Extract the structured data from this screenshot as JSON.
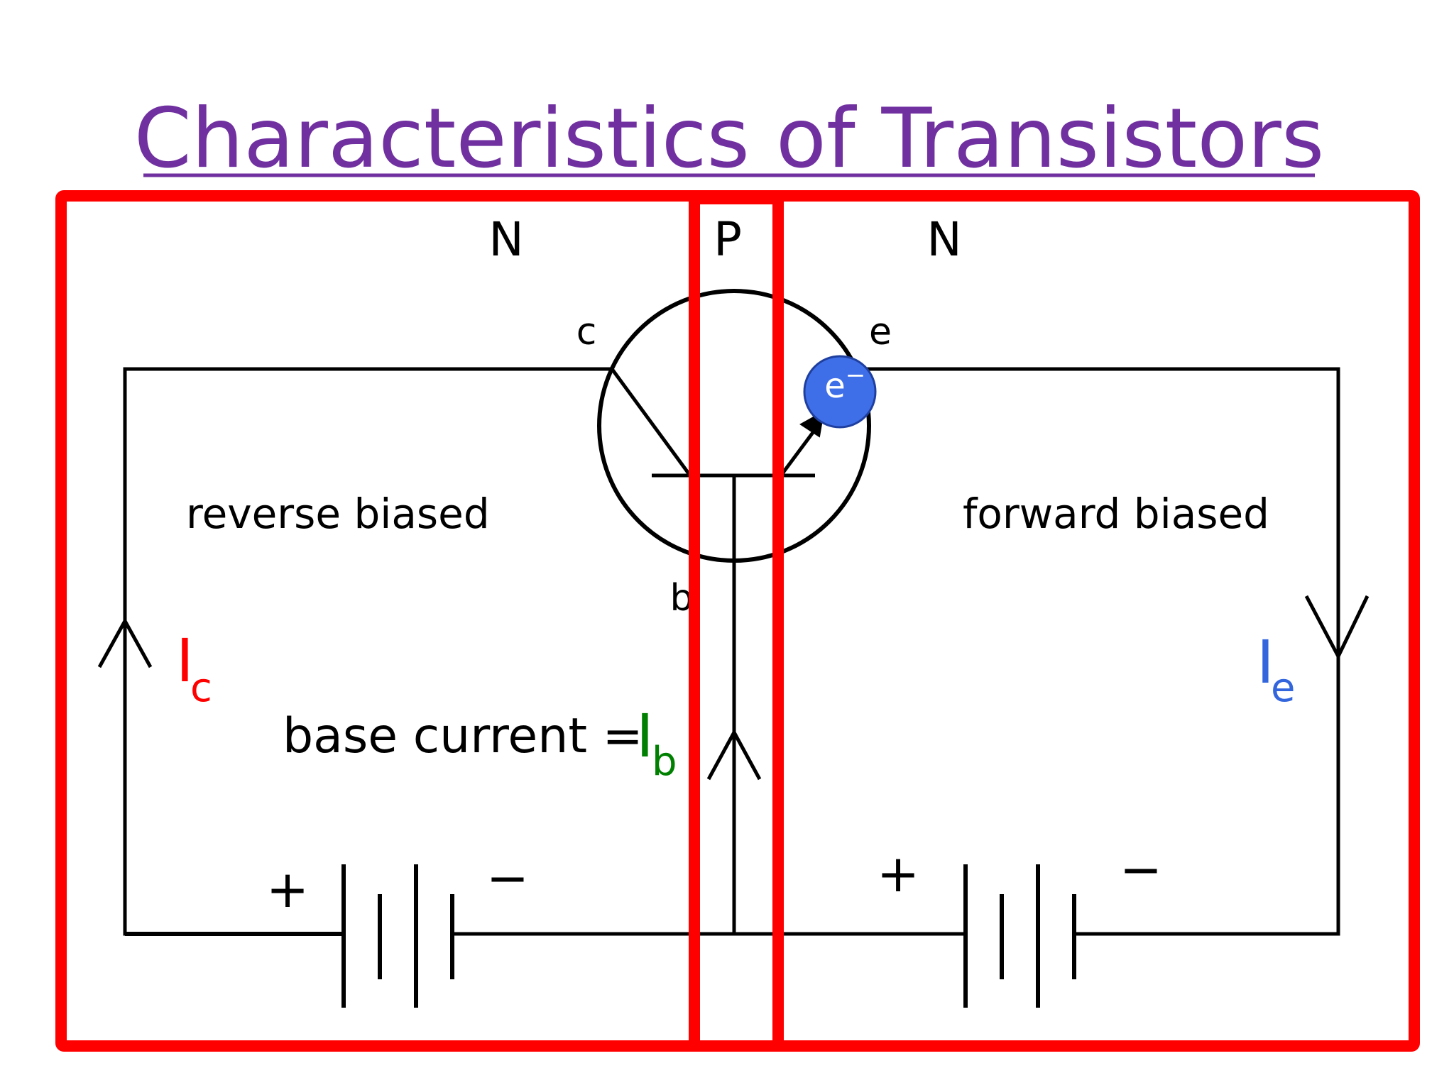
{
  "title": "Characteristics of Transistors",
  "colors": {
    "title": "#7030a0",
    "frame": "#ff0000",
    "wire": "#000000",
    "collector_current": "#ff0000",
    "base_current": "#008000",
    "emitter_current": "#3366dd",
    "electron": "#3f6fe8"
  },
  "regions": {
    "left": "N",
    "middle": "P",
    "right": "N"
  },
  "terminals": {
    "collector": "c",
    "emitter": "e",
    "base": "b"
  },
  "electron": {
    "symbol": "e",
    "charge": "−"
  },
  "bias": {
    "left": "reverse biased",
    "right": "forward biased"
  },
  "base_current": {
    "prefix": "base current = "
  },
  "currents": {
    "collector": {
      "main": "I",
      "sub": "c"
    },
    "base": {
      "main": "I",
      "sub": "b"
    },
    "emitter": {
      "main": "I",
      "sub": "e"
    }
  },
  "battery_left": {
    "plus": "+",
    "minus": "−"
  },
  "battery_right": {
    "plus": "+",
    "minus": "−"
  }
}
